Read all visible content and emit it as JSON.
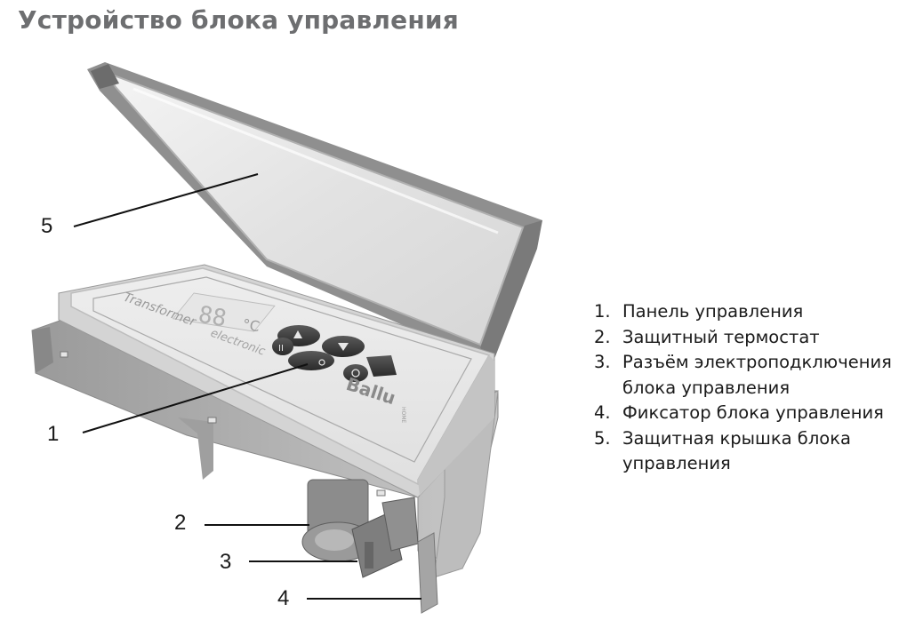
{
  "title": "Устройство блока управления",
  "callouts": {
    "c1": "1",
    "c2": "2",
    "c3": "3",
    "c4": "4",
    "c5": "5"
  },
  "legend": [
    {
      "num": "1.",
      "text": "Панель управления"
    },
    {
      "num": "2.",
      "text": "Защитный термостат"
    },
    {
      "num": "3.",
      "text": "Разъём электроподключения блока управления"
    },
    {
      "num": "4.",
      "text": "Фиксатор блока управления"
    },
    {
      "num": "5.",
      "text": "Защитная крышка блока управления"
    }
  ],
  "device": {
    "display": "88",
    "unit": "°C",
    "brand": "Ballu",
    "brand_sub": "HOME",
    "model_line1": "Transformer",
    "model_line2": "electronic"
  },
  "icons": [
    "power-icon",
    "up-arrow-icon",
    "down-arrow-icon",
    "play-pause-icon",
    "mode-icon"
  ]
}
